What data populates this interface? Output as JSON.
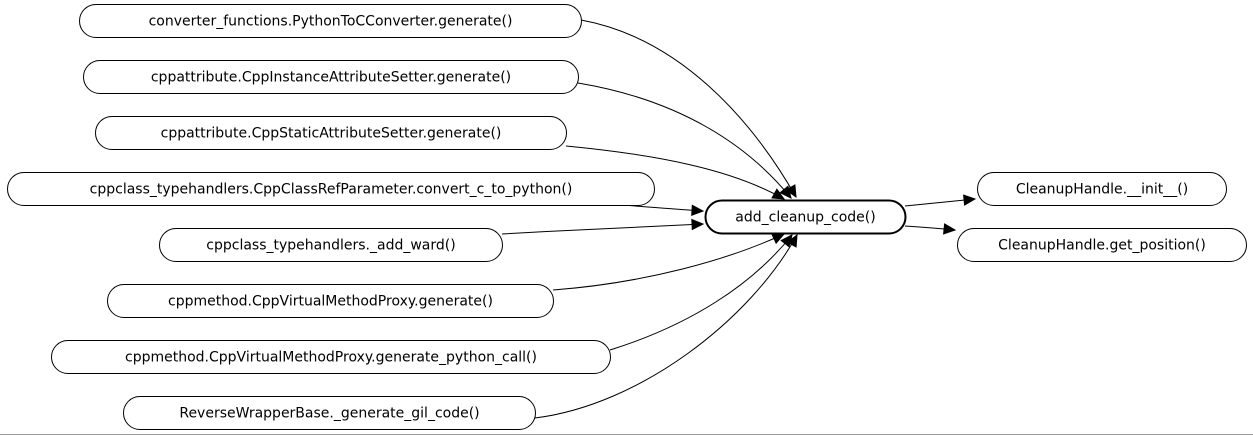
{
  "graph": {
    "focus": {
      "label": "add_cleanup_code()",
      "fill": "#ffd3d3",
      "stroke": "#000000"
    },
    "callers": [
      {
        "label": "converter_functions.PythonToCConverter.generate()"
      },
      {
        "label": "cppattribute.CppInstanceAttributeSetter.generate()"
      },
      {
        "label": "cppattribute.CppStaticAttributeSetter.generate()"
      },
      {
        "label": "cppclass_typehandlers.CppClassRefParameter.convert_c_to_python()"
      },
      {
        "label": "cppclass_typehandlers._add_ward()"
      },
      {
        "label": "cppmethod.CppVirtualMethodProxy.generate()"
      },
      {
        "label": "cppmethod.CppVirtualMethodProxy.generate_python_call()"
      },
      {
        "label": "ReverseWrapperBase._generate_gil_code()"
      }
    ],
    "callees": [
      {
        "label": "CleanupHandle.__init__()"
      },
      {
        "label": "CleanupHandle.get_position()"
      }
    ],
    "node_fill": "#ffffff",
    "edge_color": "#000000"
  }
}
